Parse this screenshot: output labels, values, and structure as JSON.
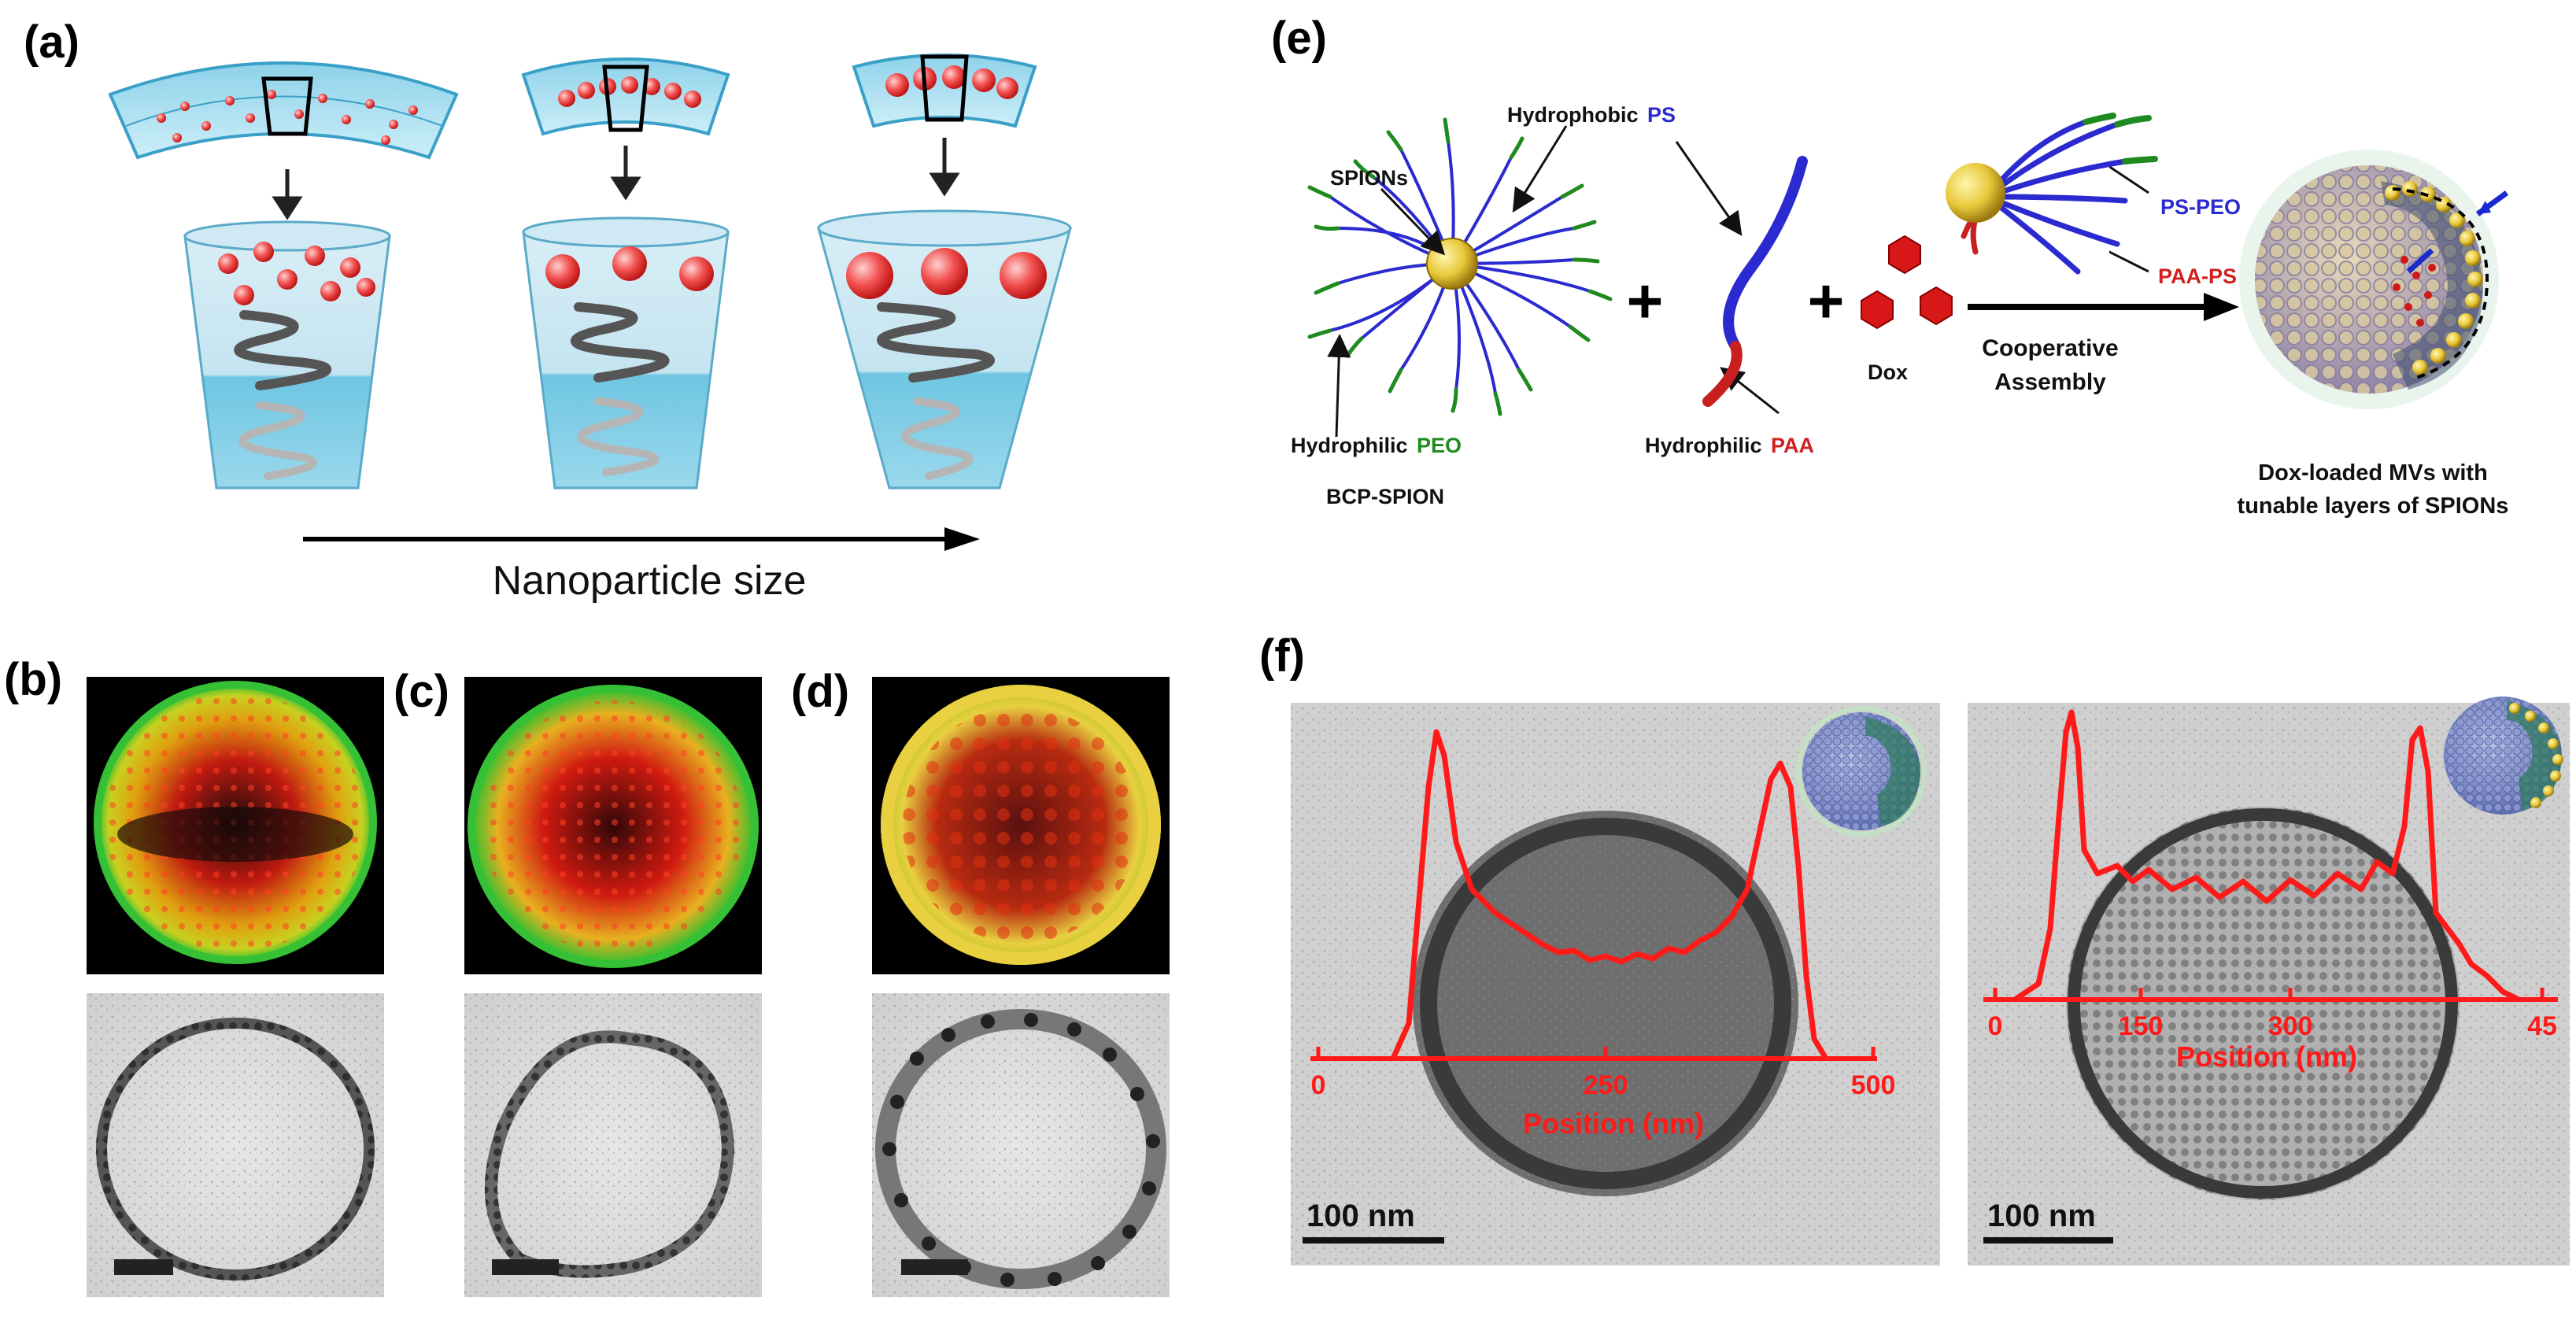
{
  "panels": {
    "a": {
      "label": "(a)",
      "axis_label": "Nanoparticle size"
    },
    "b": {
      "label": "(b)"
    },
    "c": {
      "label": "(c)"
    },
    "d": {
      "label": "(d)"
    },
    "e": {
      "label": "(e)",
      "spions": "SPIONs",
      "hydrophobic": "Hydrophobic",
      "ps": "PS",
      "hydrophilic": "Hydrophilic",
      "peo": "PEO",
      "bcp_spion": "BCP-SPION",
      "paa": "PAA",
      "dox": "Dox",
      "ps_peo": "PS-PEO",
      "paa_ps": "PAA-PS",
      "coop_line1": "Cooperative",
      "coop_line2": "Assembly",
      "result_line1": "Dox-loaded MVs with",
      "result_line2": "tunable layers of SPIONs",
      "plus": "+"
    },
    "f": {
      "label": "(f)",
      "left": {
        "ticks": [
          "0",
          "250",
          "500"
        ],
        "xlabel": "Position (nm)",
        "scalebar": "100 nm"
      },
      "right": {
        "ticks": [
          "0",
          "150",
          "300",
          "45"
        ],
        "xlabel": "Position (nm)",
        "scalebar": "100 nm"
      }
    }
  },
  "colors": {
    "red_profile": "#ff1a1a",
    "ps_blue": "#2a2ad0",
    "peo_green": "#1f8a1f",
    "paa_red": "#d02020",
    "cone_blue": "#9ad6ea",
    "spion_yellow": "#e6c630"
  }
}
